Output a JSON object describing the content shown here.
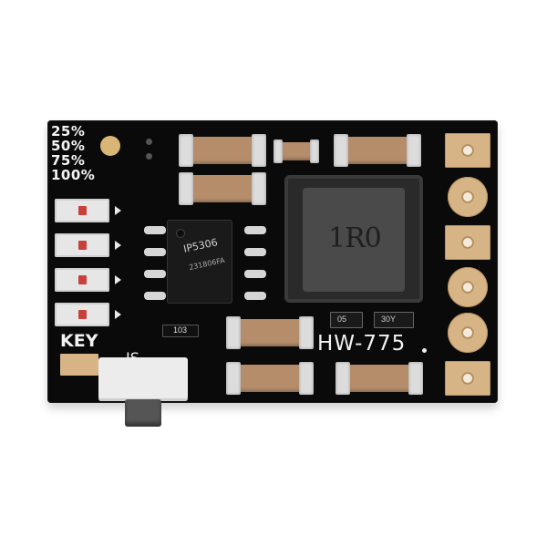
{
  "board": {
    "model_label": "HW-775",
    "indicator_labels": [
      "25%",
      "50%",
      "75%",
      "100%"
    ],
    "key_label": "KEY",
    "switch_label": "IS"
  },
  "chip": {
    "part_number": "IP5306",
    "date_code": "231806FA"
  },
  "inductor": {
    "marking": "1R0"
  },
  "small_parts": {
    "resistor_code": "103",
    "diode_code_1": "05",
    "diode_code_2": "30Y"
  },
  "colors": {
    "pcb": "#0a0a0a",
    "pad": "#d7b486",
    "silkscreen": "#f2f2f2",
    "capacitor": "#b58d6a",
    "led_chip": "#c9403a"
  }
}
